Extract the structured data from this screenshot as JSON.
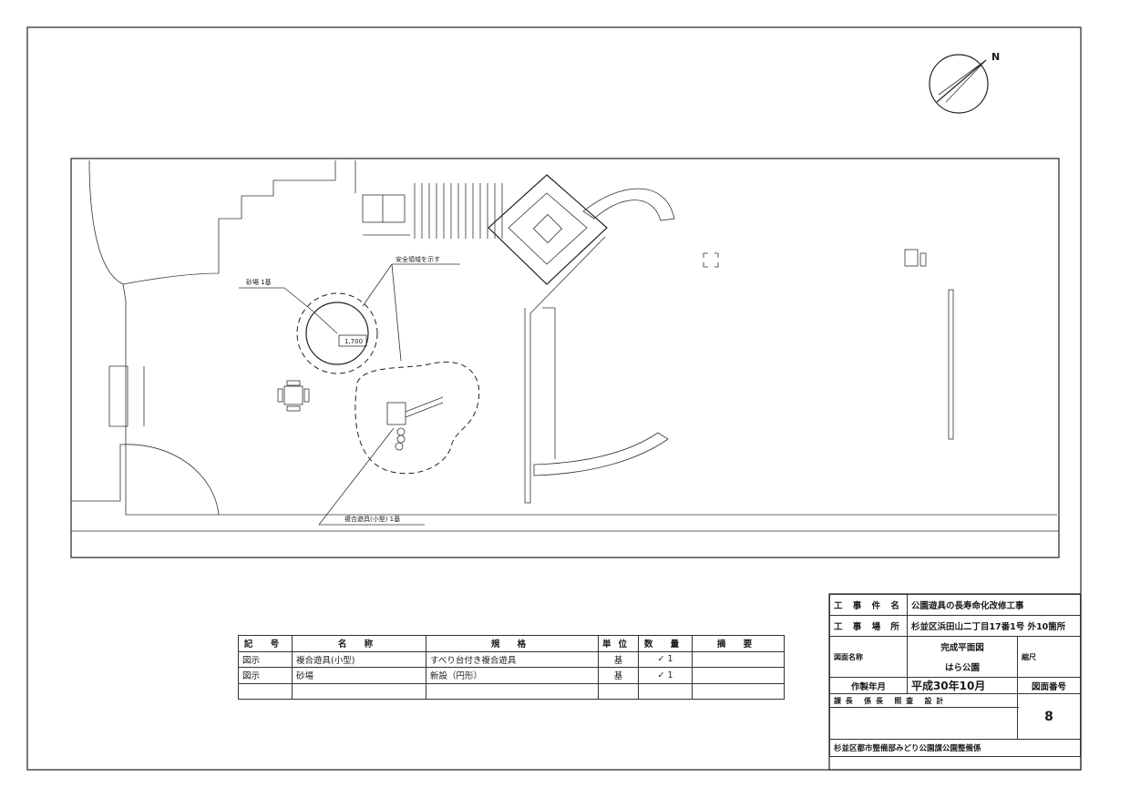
{
  "drawing": {
    "north_label": "N",
    "labels": {
      "safety_area": "安全領域を示す",
      "sandbox": "砂場 1基",
      "dimension": "1,700",
      "combined_play": "複合遊具(小型) 1基"
    }
  },
  "legend": {
    "headers": [
      "記 号",
      "名 称",
      "規 格",
      "単位",
      "数 量",
      "摘 要"
    ],
    "rows": [
      {
        "symbol": "図示",
        "name": "複合遊具(小型)",
        "spec": "すべり台付き複合遊具",
        "unit": "基",
        "qty": "✓ 1",
        "note": ""
      },
      {
        "symbol": "図示",
        "name": "砂場",
        "spec": "新設（円形）",
        "unit": "基",
        "qty": "✓ 1",
        "note": ""
      }
    ]
  },
  "title_block": {
    "project_name_label": "工 事 件 名",
    "project_name": "公園遊具の長寿命化改修工事",
    "site_label": "工 事 場 所",
    "site": "杉並区浜田山二丁目17番1号 外10箇所",
    "drawing_name_label": "図面名称",
    "drawing_name_1": "完成平面図",
    "drawing_name_2": "はら公園",
    "scale_label": "縮尺",
    "date_label": "作製年月",
    "date": "平成30年10月",
    "drawing_no_label": "図面番号",
    "drawing_no": "8",
    "roles": [
      "課 長",
      "係 長",
      "照 査",
      "設 計"
    ],
    "organization": "杉並区都市整備部みどり公園課公園整備係"
  }
}
